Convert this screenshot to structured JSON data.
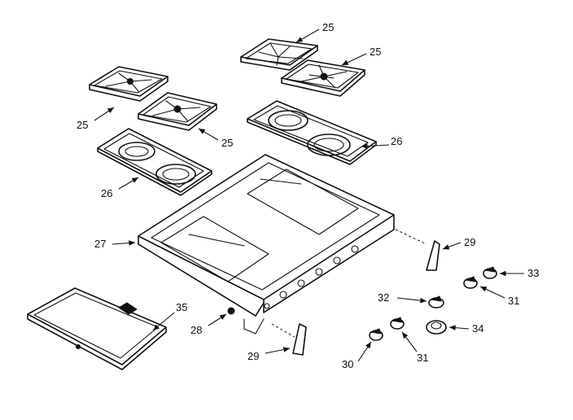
{
  "callouts": {
    "grate_top_right_a": "25",
    "grate_top_right_b": "25",
    "grate_left_a": "25",
    "grate_left_b": "25",
    "burner_box_right": "26",
    "burner_box_left": "26",
    "cooktop_frame": "27",
    "side_trim_right": "29",
    "side_trim_left": "29",
    "knob_right_top": "33",
    "knob_right_mid": "31",
    "knob_center_top": "32",
    "knob_center_bottom": "31",
    "knob_left_bottom": "30",
    "knob_bezel": "34",
    "screw": "28",
    "drip_tray": "35"
  }
}
